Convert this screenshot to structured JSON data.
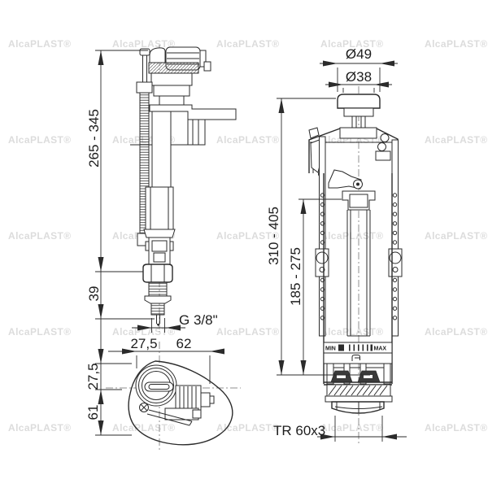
{
  "watermark": {
    "text": "AlcaPLAST®"
  },
  "colors": {
    "line": "#2b2b2b",
    "centerline": "#8f8f8f",
    "watermark": "#dcdcdc",
    "background": "#ffffff"
  },
  "fill_valve": {
    "dims": {
      "height_range": "265 - 345",
      "shank_length": "39",
      "thread_label": "G 3/8\"",
      "offset_left": "27,5",
      "offset_right": "62"
    }
  },
  "fill_valve_top_view": {
    "dims": {
      "front_offset": "27,5",
      "back_offset": "61"
    }
  },
  "flush_valve": {
    "dims": {
      "cap_diameter": "Ø49",
      "button_diameter": "Ø38",
      "height_range": "310 - 405",
      "tube_height_range": "185 - 275",
      "thread_label": "TR 60x3"
    },
    "scale": {
      "min": "MIN",
      "max": "MAX"
    }
  }
}
